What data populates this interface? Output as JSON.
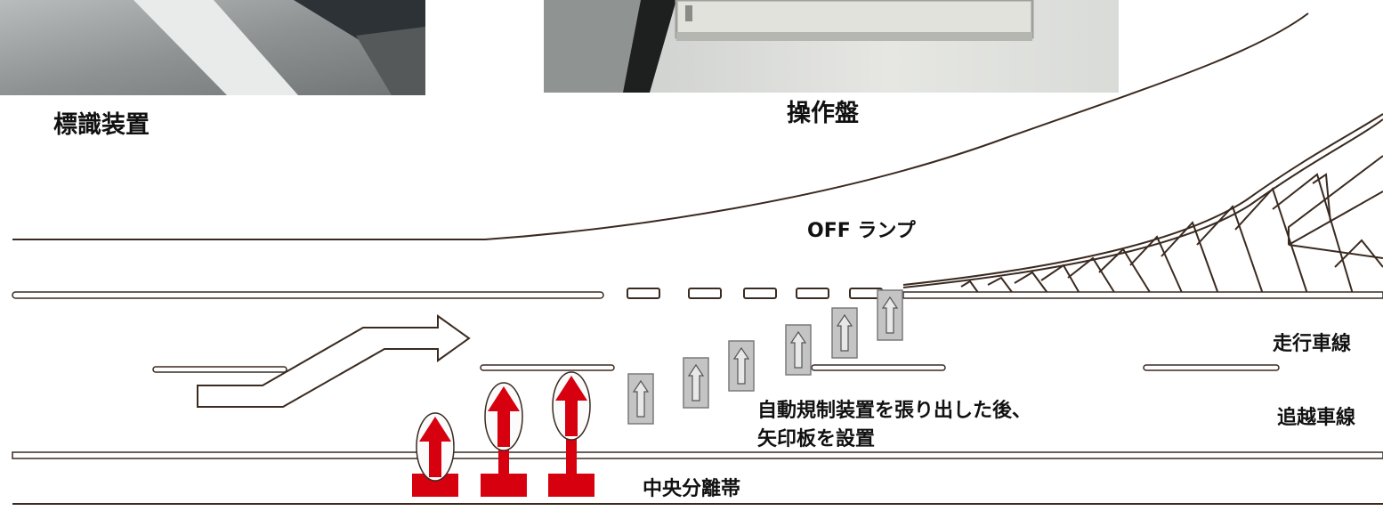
{
  "photos": {
    "sign_device": {
      "caption": "標識装置"
    },
    "control_panel": {
      "caption": "操作盤"
    }
  },
  "diagram": {
    "off_ramp_label": "OFF ランプ",
    "driving_lane_label": "走行車線",
    "passing_lane_label": "追越車線",
    "median_label": "中央分離帯",
    "note_line1": "自動規制装置を張り出した後、",
    "note_line2": "矢印板を設置"
  },
  "colors": {
    "red_device": "#d7000f",
    "arrow_board_gray": "#c4c4c4",
    "line_color": "#3a2a20"
  },
  "icons": {
    "lane_change_arrow": "bent-right-arrow-icon",
    "arrow_board": "up-arrow-board-icon",
    "sign_device": "red-up-arrow-sign-icon"
  }
}
